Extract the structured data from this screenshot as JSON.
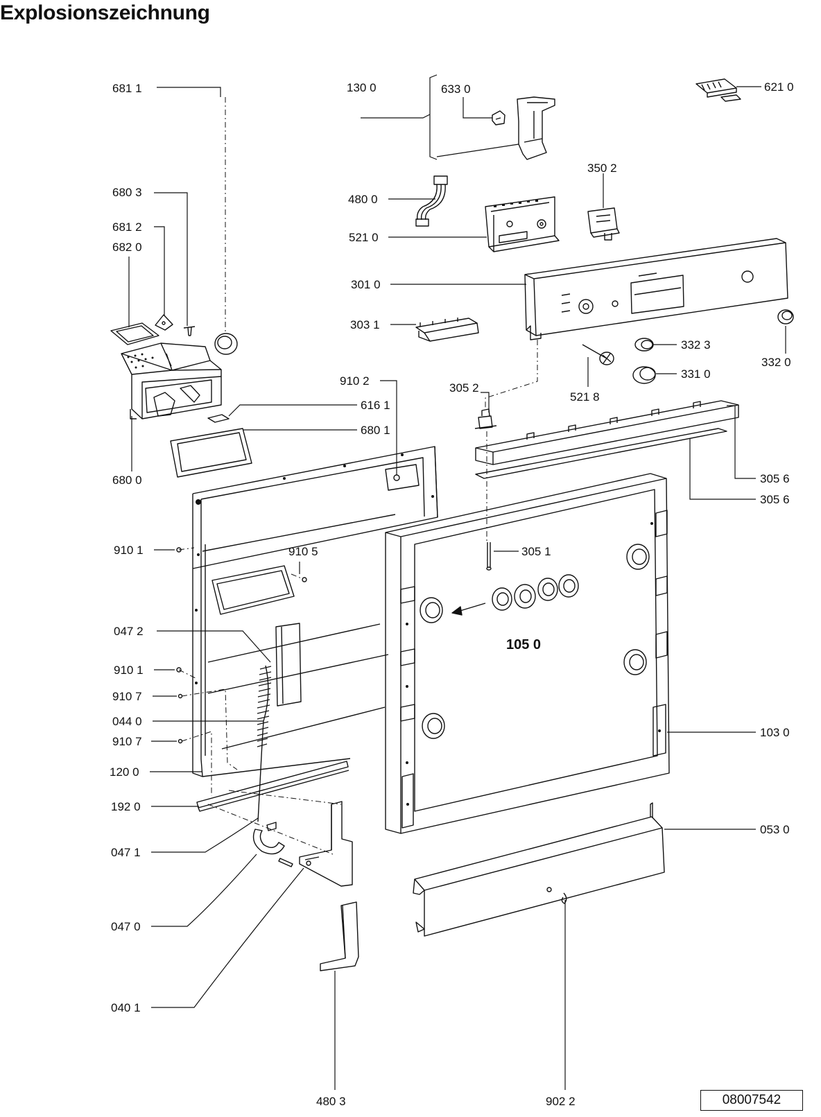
{
  "title": "Explosionszeichnung",
  "drawing_number": "08007542",
  "parts": [
    {
      "id": "681-1",
      "label": "681 1"
    },
    {
      "id": "680-3",
      "label": "680 3"
    },
    {
      "id": "681-2",
      "label": "681 2"
    },
    {
      "id": "682-0",
      "label": "682 0"
    },
    {
      "id": "680-0",
      "label": "680 0"
    },
    {
      "id": "616-1",
      "label": "616 1"
    },
    {
      "id": "680-1",
      "label": "680 1"
    },
    {
      "id": "910-2",
      "label": "910 2"
    },
    {
      "id": "910-1a",
      "label": "910 1"
    },
    {
      "id": "910-5",
      "label": "910 5"
    },
    {
      "id": "047-2",
      "label": "047 2"
    },
    {
      "id": "910-1b",
      "label": "910 1"
    },
    {
      "id": "910-7a",
      "label": "910 7"
    },
    {
      "id": "044-0",
      "label": "044 0"
    },
    {
      "id": "910-7b",
      "label": "910 7"
    },
    {
      "id": "120-0",
      "label": "120 0"
    },
    {
      "id": "192-0",
      "label": "192 0"
    },
    {
      "id": "047-1",
      "label": "047 1"
    },
    {
      "id": "047-0",
      "label": "047 0"
    },
    {
      "id": "040-1",
      "label": "040 1"
    },
    {
      "id": "480-3",
      "label": "480 3"
    },
    {
      "id": "130-0",
      "label": "130 0"
    },
    {
      "id": "633-0",
      "label": "633 0"
    },
    {
      "id": "480-0",
      "label": "480 0"
    },
    {
      "id": "521-0",
      "label": "521 0"
    },
    {
      "id": "301-0",
      "label": "301 0"
    },
    {
      "id": "303-1",
      "label": "303 1"
    },
    {
      "id": "305-2",
      "label": "305 2"
    },
    {
      "id": "305-1",
      "label": "305 1"
    },
    {
      "id": "105-0",
      "label": "105 0"
    },
    {
      "id": "621-0",
      "label": "621 0"
    },
    {
      "id": "350-2",
      "label": "350 2"
    },
    {
      "id": "332-3",
      "label": "332 3"
    },
    {
      "id": "332-0",
      "label": "332 0"
    },
    {
      "id": "331-0",
      "label": "331 0"
    },
    {
      "id": "521-8",
      "label": "521 8"
    },
    {
      "id": "305-6a",
      "label": "305 6"
    },
    {
      "id": "305-6b",
      "label": "305 6"
    },
    {
      "id": "103-0",
      "label": "103 0"
    },
    {
      "id": "053-0",
      "label": "053 0"
    },
    {
      "id": "902-2",
      "label": "902 2"
    }
  ]
}
